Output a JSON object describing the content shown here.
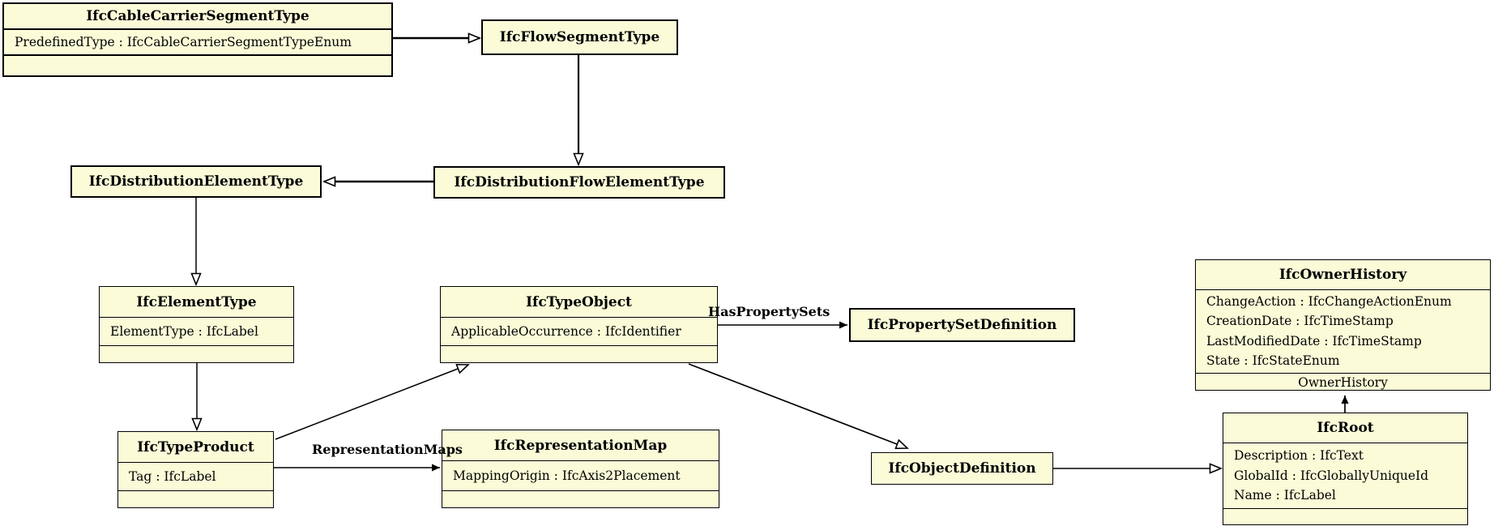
{
  "diagram": {
    "kind": "uml-class-diagram",
    "box_fill": "#FBFBD8",
    "line_color": "#000000",
    "background": "#ffffff"
  },
  "classes": [
    {
      "name": "IfcCableCarrierSegmentType",
      "attributes": [
        "PredefinedType : IfcCableCarrierSegmentTypeEnum"
      ]
    },
    {
      "name": "IfcFlowSegmentType",
      "attributes": []
    },
    {
      "name": "IfcDistributionElementType",
      "attributes": []
    },
    {
      "name": "IfcDistributionFlowElementType",
      "attributes": []
    },
    {
      "name": "IfcElementType",
      "attributes": [
        "ElementType : IfcLabel"
      ]
    },
    {
      "name": "IfcTypeObject",
      "attributes": [
        "ApplicableOccurrence : IfcIdentifier"
      ]
    },
    {
      "name": "IfcPropertySetDefinition",
      "attributes": []
    },
    {
      "name": "IfcOwnerHistory",
      "attributes": [
        "ChangeAction : IfcChangeActionEnum",
        "CreationDate : IfcTimeStamp",
        "LastModifiedDate : IfcTimeStamp",
        "State : IfcStateEnum"
      ],
      "footer": "OwnerHistory"
    },
    {
      "name": "IfcTypeProduct",
      "attributes": [
        "Tag : IfcLabel"
      ]
    },
    {
      "name": "IfcRepresentationMap",
      "attributes": [
        "MappingOrigin : IfcAxis2Placement"
      ]
    },
    {
      "name": "IfcObjectDefinition",
      "attributes": []
    },
    {
      "name": "IfcRoot",
      "attributes": [
        "Description : IfcText",
        "GlobalId : IfcGloballyUniqueId",
        "Name : IfcLabel"
      ]
    }
  ],
  "labels": {
    "has_property_sets": "HasPropertySets",
    "representation_maps": "RepresentationMaps"
  }
}
